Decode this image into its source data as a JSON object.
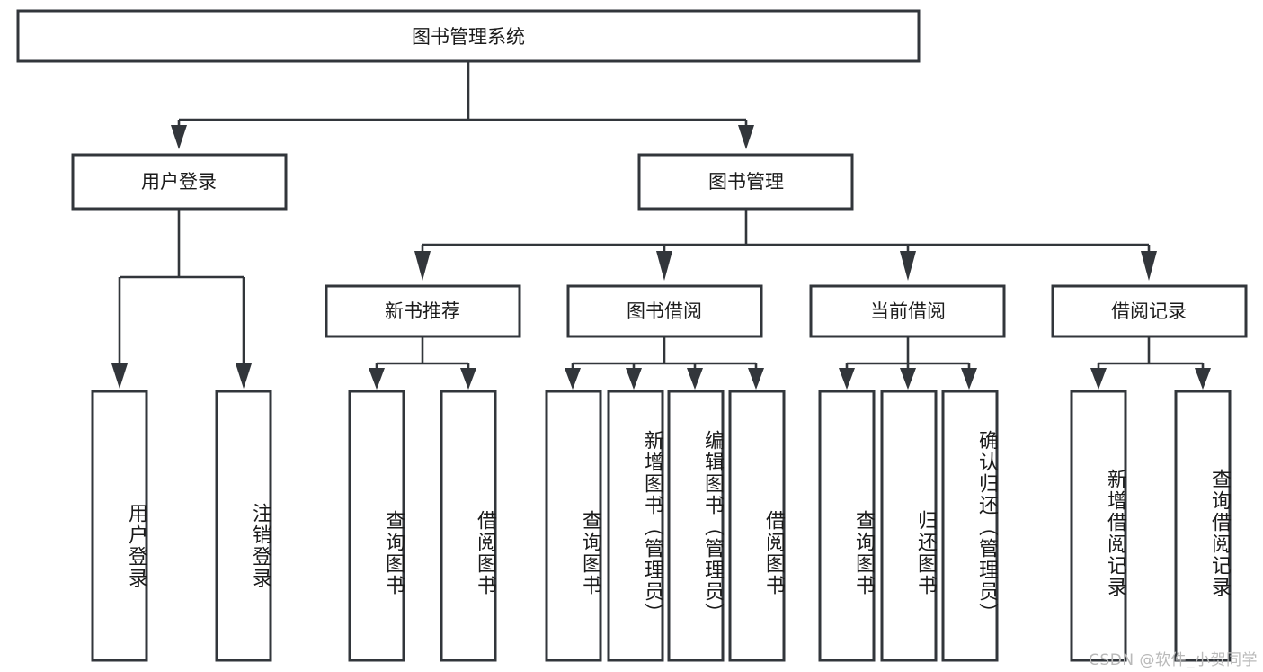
{
  "diagram": {
    "type": "tree-hierarchy",
    "title": "图书管理系统",
    "orientation": "top-down",
    "colors": {
      "box_stroke": "#32363b",
      "box_fill": "#ffffff",
      "edge": "#32363b",
      "text": "#1b1b1b",
      "background": "#ffffff",
      "watermark": "#b9b9b9"
    },
    "root": {
      "label": "图书管理系统"
    },
    "level1": [
      {
        "label": "用户登录"
      },
      {
        "label": "图书管理"
      }
    ],
    "level2": [
      {
        "label": "新书推荐"
      },
      {
        "label": "图书借阅"
      },
      {
        "label": "当前借阅"
      },
      {
        "label": "借阅记录"
      }
    ],
    "leaves": {
      "user_login": [
        {
          "label": "用户登录"
        },
        {
          "label": "注销登录"
        }
      ],
      "new_book": [
        {
          "label": "查询图书"
        },
        {
          "label": "借阅图书"
        }
      ],
      "book_borrow": [
        {
          "label": "查询图书"
        },
        {
          "label": "新增图书（管理员）"
        },
        {
          "label": "编辑图书（管理员）"
        },
        {
          "label": "借阅图书"
        }
      ],
      "current_borrow": [
        {
          "label": "查询图书"
        },
        {
          "label": "归还图书"
        },
        {
          "label": "确认归还（管理员）"
        }
      ],
      "borrow_record": [
        {
          "label": "新增借阅记录"
        },
        {
          "label": "查询借阅记录"
        }
      ]
    }
  },
  "watermark": {
    "text": "CSDN @软件_小贺同学"
  }
}
